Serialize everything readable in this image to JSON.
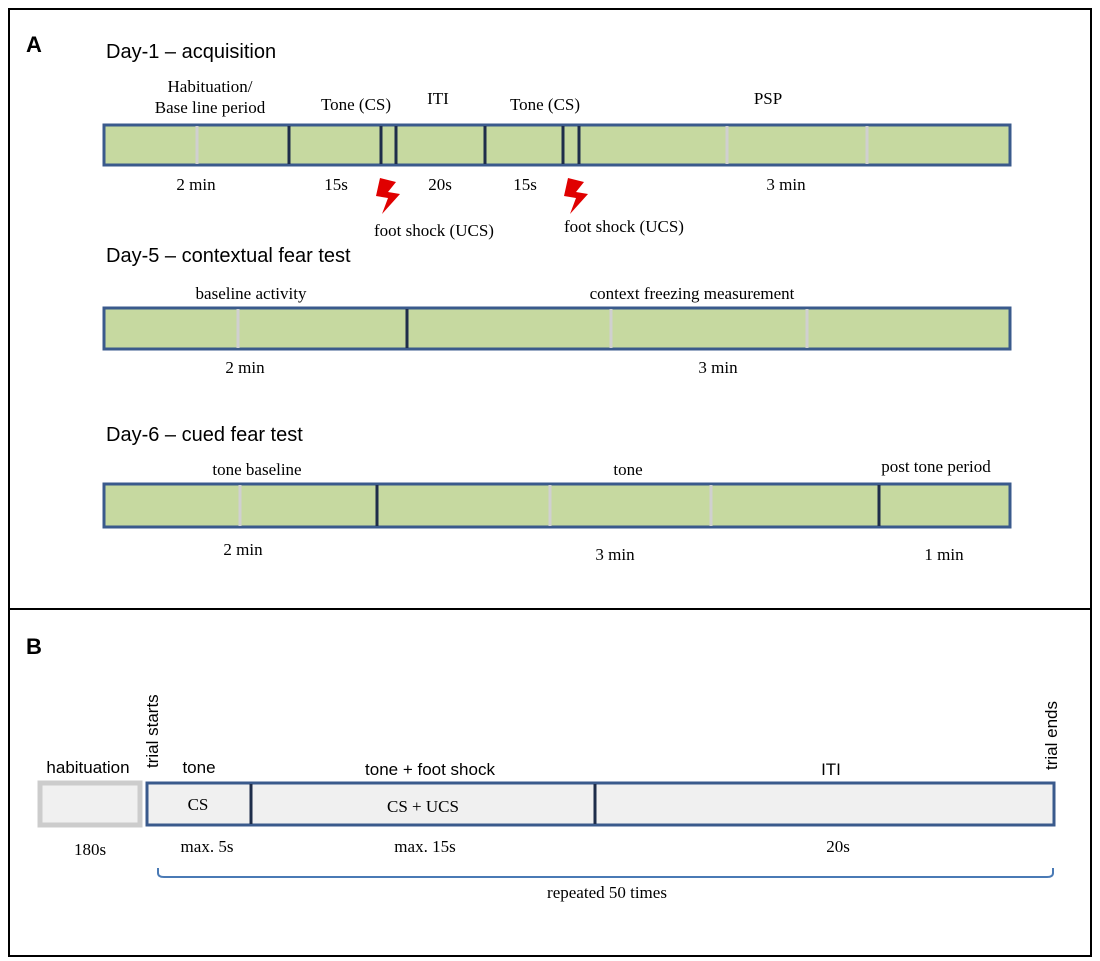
{
  "panel_a": {
    "label": "A",
    "day1": {
      "title": "Day-1 – acquisition",
      "habituation_label_line1": "Habituation/",
      "habituation_label_line2": "Base line period",
      "tone1_label": "Tone (CS)",
      "iti_label": "ITI",
      "tone2_label": "Tone (CS)",
      "psp_label": "PSP",
      "dur_habituation": "2 min",
      "dur_tone1": "15s",
      "dur_iti": "20s",
      "dur_tone2": "15s",
      "dur_psp": "3 min",
      "shock1_label": "foot shock (UCS)",
      "shock2_label": "foot shock (UCS)"
    },
    "day5": {
      "title": "Day-5 – contextual fear test",
      "baseline_label": "baseline activity",
      "context_label": "context freezing measurement",
      "dur_baseline": "2 min",
      "dur_context": "3 min"
    },
    "day6": {
      "title": "Day-6 – cued fear test",
      "baseline_label": "tone baseline",
      "tone_label": "tone",
      "post_label": "post tone period",
      "dur_baseline": "2 min",
      "dur_tone": "3 min",
      "dur_post": "1 min"
    }
  },
  "panel_b": {
    "label": "B",
    "habituation_label": "habituation",
    "trial_starts": "trial starts",
    "trial_ends": "trial ends",
    "tone_label": "tone",
    "tone_shock_label": "tone + foot shock",
    "iti_label": "ITI",
    "cs_label": "CS",
    "cs_ucs_label": "CS + UCS",
    "dur_habituation": "180s",
    "dur_cs": "max. 5s",
    "dur_cs_ucs": "max. 15s",
    "dur_iti": "20s",
    "repeat_label": "repeated 50 times"
  },
  "colors": {
    "bar_fill_green": "#c6d9a0",
    "bar_fill_grey": "#f0f0f0",
    "bar_border": "#3a5a8c",
    "divider_dark": "#1e2d4a",
    "divider_light": "#d0d0d0",
    "shock_red": "#e00000",
    "brace_blue": "#4a7ab5"
  }
}
